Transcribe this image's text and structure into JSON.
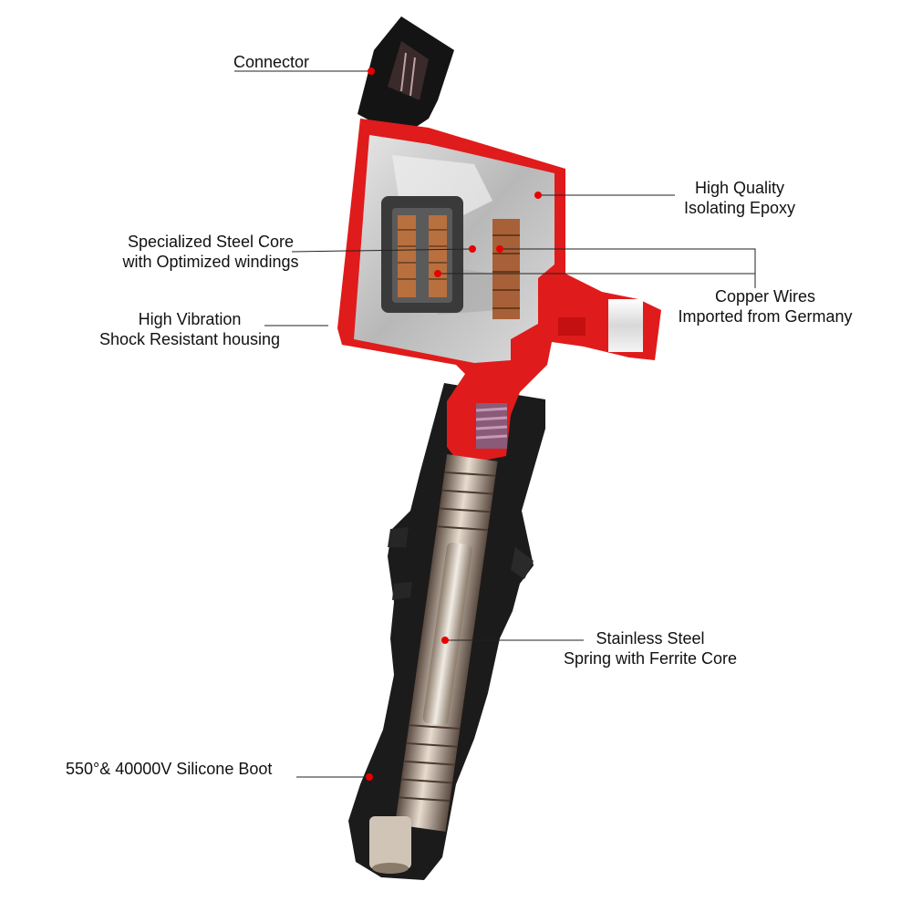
{
  "colors": {
    "housing": "#e01b1b",
    "boot": "#1b1b1b",
    "epoxy": "#c9c9c9",
    "copper": "#b8703f",
    "spring": "#c8b8a8",
    "callout_line": "#222222",
    "callout_dot": "#e60000"
  },
  "labels": {
    "connector": [
      "Connector"
    ],
    "epoxy": [
      "High Quality",
      "Isolating Epoxy"
    ],
    "steel_core": [
      "Specialized Steel Core",
      "with Optimized windings"
    ],
    "copper_wires": [
      "Copper Wires",
      "Imported from Germany"
    ],
    "housing": [
      "High Vibration",
      "Shock Resistant housing"
    ],
    "spring": [
      "Stainless Steel",
      "Spring with Ferrite Core"
    ],
    "boot": [
      "550°& 40000V Silicone Boot"
    ]
  }
}
